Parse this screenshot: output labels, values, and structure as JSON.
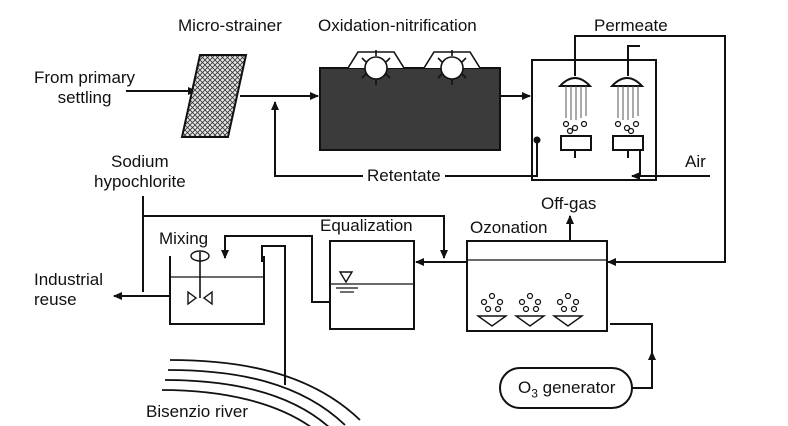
{
  "diagram": {
    "labels": {
      "from_primary_settling": "From primary\nsettling",
      "micro_strainer": "Micro-strainer",
      "oxidation_nitrification": "Oxidation-nitrification",
      "permeate": "Permeate",
      "air": "Air",
      "retentate": "Retentate",
      "sodium_hypochlorite": "Sodium\nhypochlorite",
      "off_gas": "Off-gas",
      "mixing": "Mixing",
      "equalization": "Equalization",
      "ozonation": "Ozonation",
      "industrial_reuse": "Industrial\nreuse",
      "bisenzio_river": "Bisenzio river",
      "o3_generator_prefix": "O",
      "o3_generator_sub": "3",
      "o3_generator_suffix": " generator"
    },
    "colors": {
      "line": "#111111",
      "tank_fill": "#3a3a3a",
      "strainer_fill": "#c8c8c8",
      "background": "#ffffff"
    }
  }
}
